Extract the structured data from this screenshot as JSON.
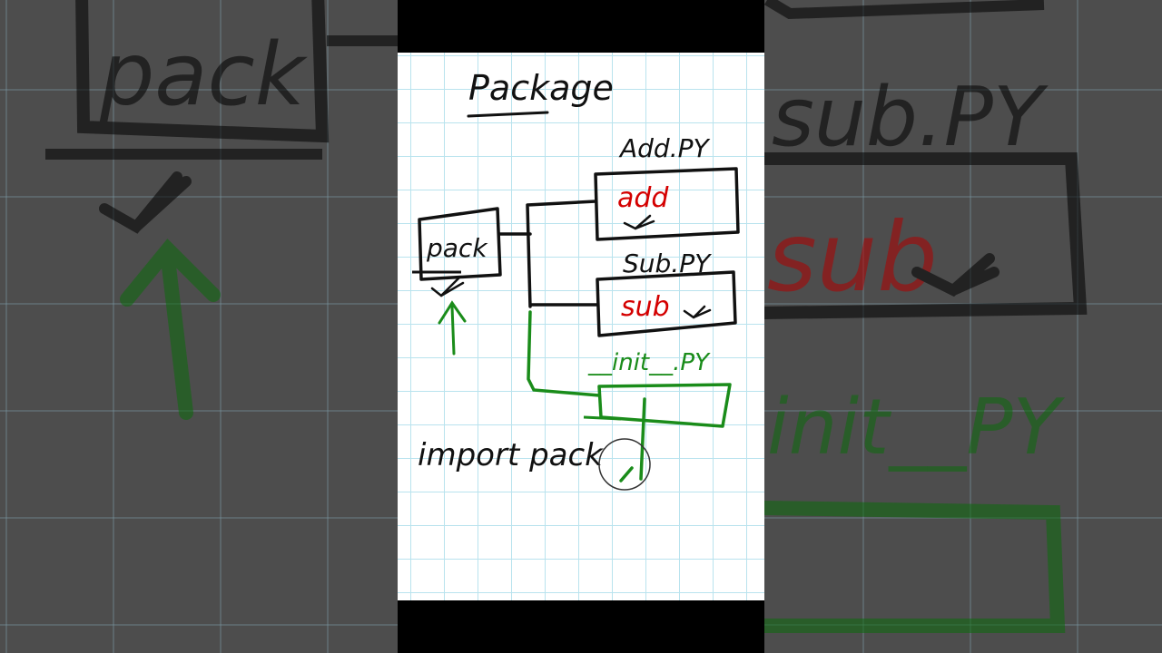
{
  "diagram": {
    "title": "Package",
    "package_box_label": "pack",
    "module_add_file": "Add.PY",
    "module_add_function": "add",
    "module_sub_file": "Sub.PY",
    "module_sub_function": "sub",
    "init_file": "__init__.PY",
    "import_statement": "import pack"
  },
  "background": {
    "zoom_pack_label": "pack",
    "zoom_sub_file": "sub.PY",
    "zoom_sub_function": "sub",
    "zoom_init_file": "init__PY"
  },
  "colors": {
    "ink": "#111111",
    "function_red": "#d40000",
    "connector_green": "#1a8c1a",
    "grid": "#b9e3ee"
  },
  "icons": {
    "cursor": "circle-cursor-icon",
    "checkmark": "check-icon",
    "up_arrow": "up-arrow-icon"
  }
}
